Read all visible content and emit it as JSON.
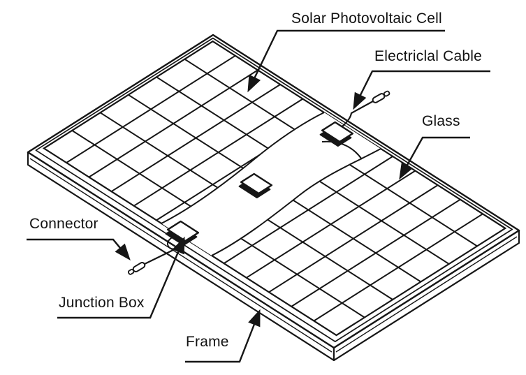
{
  "figure": {
    "type": "technical-line-diagram",
    "background": "#ffffff",
    "line_color": "#161616",
    "labels": {
      "solar_cell": "Solar Photovoltaic Cell",
      "electrical_cable": "Electriclal Cable",
      "glass": "Glass",
      "connector": "Connector",
      "junction_box": "Junction Box",
      "frame": "Frame"
    },
    "components": {
      "cell_grid": {
        "rows": 6,
        "cols": 13
      },
      "junction_boxes": 3,
      "cables": 2,
      "connectors": 2
    }
  }
}
